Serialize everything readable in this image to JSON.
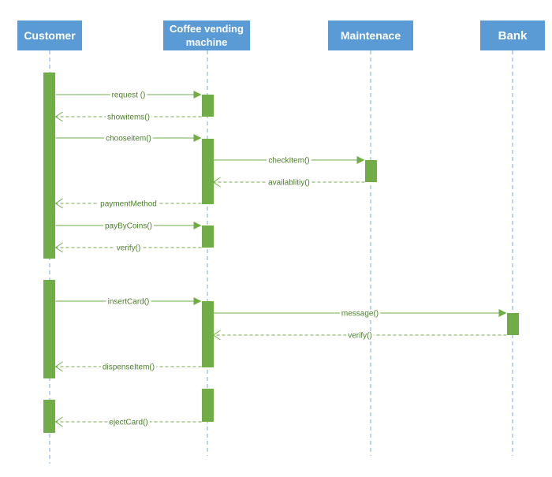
{
  "colors": {
    "actor_fill": "#5b9bd5",
    "actor_text": "#ffffff",
    "lifeline": "#7ba7d9",
    "activation": "#70ad47",
    "message": "#70ad47",
    "label": "#4b7f2b"
  },
  "participants": [
    {
      "id": "customer",
      "label": "Customer"
    },
    {
      "id": "machine",
      "label": "Coffee vending\nmachine"
    },
    {
      "id": "maintenance",
      "label": "Maintenace"
    },
    {
      "id": "bank",
      "label": "Bank"
    }
  ],
  "messages": [
    {
      "label": "request ()",
      "from": "customer",
      "to": "machine",
      "kind": "call"
    },
    {
      "label": "showitems()",
      "from": "machine",
      "to": "customer",
      "kind": "return"
    },
    {
      "label": "chooseitem()",
      "from": "customer",
      "to": "machine",
      "kind": "call"
    },
    {
      "label": "checkItem()",
      "from": "machine",
      "to": "maintenance",
      "kind": "call"
    },
    {
      "label": "availablitiy()",
      "from": "maintenance",
      "to": "machine",
      "kind": "return"
    },
    {
      "label": "paymentMethod",
      "from": "machine",
      "to": "customer",
      "kind": "return"
    },
    {
      "label": "payByCoins()",
      "from": "customer",
      "to": "machine",
      "kind": "call"
    },
    {
      "label": "verify()",
      "from": "machine",
      "to": "customer",
      "kind": "return"
    },
    {
      "label": "insertCard()",
      "from": "customer",
      "to": "machine",
      "kind": "call"
    },
    {
      "label": "message()",
      "from": "machine",
      "to": "bank",
      "kind": "call"
    },
    {
      "label": "verify()",
      "from": "bank",
      "to": "machine",
      "kind": "return"
    },
    {
      "label": "dispenseItem()",
      "from": "machine",
      "to": "customer",
      "kind": "return"
    },
    {
      "label": "ejectCard()",
      "from": "machine",
      "to": "customer",
      "kind": "return"
    }
  ]
}
